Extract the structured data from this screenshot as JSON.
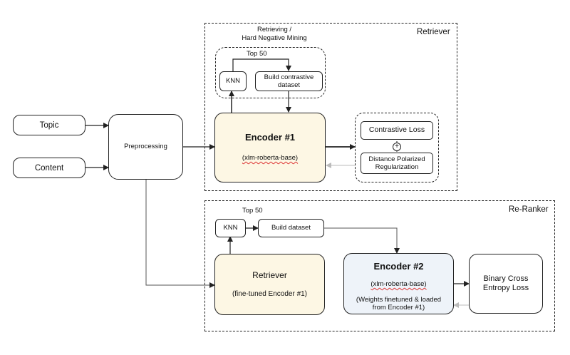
{
  "inputs": {
    "topic": "Topic",
    "content": "Content"
  },
  "preprocessing": "Preprocessing",
  "retriever_group": {
    "title": "Retriever",
    "mining_label_line1": "Retrieving /",
    "mining_label_line2": "Hard Negative Mining",
    "top50": "Top 50",
    "knn": "KNN",
    "build_line1": "Build contrastive",
    "build_line2": "dataset",
    "encoder_title": "Encoder #1",
    "encoder_sub": "(xlm-roberta-base)",
    "loss_1": "Contrastive Loss",
    "plus": "+",
    "loss_2_line1": "Distance Polarized",
    "loss_2_line2": "Regularization"
  },
  "reranker_group": {
    "title": "Re-Ranker",
    "top50": "Top 50",
    "knn": "KNN",
    "build": "Build dataset",
    "retriever_title": "Retriever",
    "retriever_sub": "(fine-tuned Encoder #1)",
    "encoder_title": "Encoder #2",
    "encoder_sub": "(xlm-roberta-base)",
    "encoder_note_line1": "(Weights finetuned & loaded",
    "encoder_note_line2": "from Encoder #1)",
    "loss_line1": "Binary Cross",
    "loss_line2": "Entropy Loss"
  },
  "colors": {
    "line": "#222222",
    "gray_arrow": "#bbbbbb",
    "encoder1_fill": "#fdf7e4",
    "encoder2_fill": "#eef3f9",
    "squiggle": "#dd3333"
  }
}
